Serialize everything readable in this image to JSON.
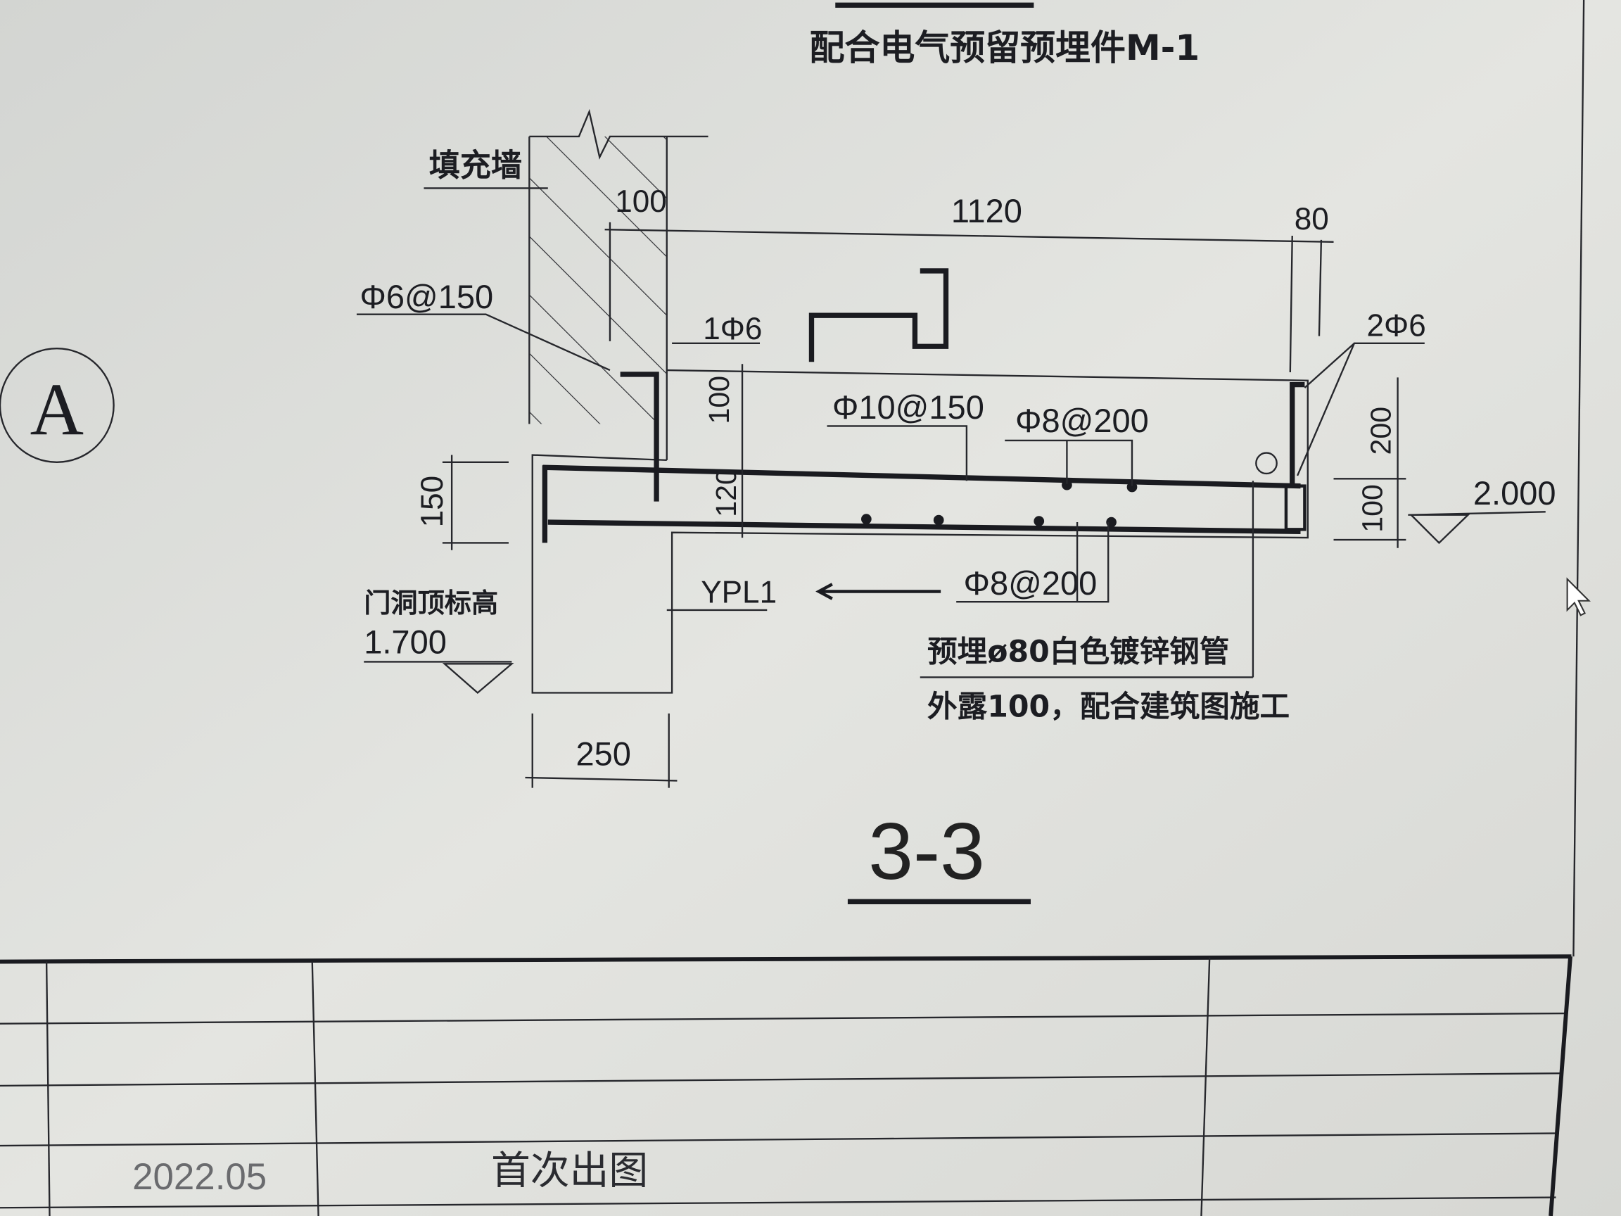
{
  "drawing": {
    "title": "配合电气预留预埋件M-1",
    "axis_label": "A",
    "wall_label": "填充墙",
    "dims": {
      "wall_thickness": "100",
      "slab_length": "1120",
      "edge": "80",
      "upturn_height": "100",
      "slab_thickness": "120",
      "left_drop": "150",
      "right_upturn": "200",
      "right_bottom": "100",
      "beam_width": "250"
    },
    "rebar": {
      "stirrup": "Φ6@150",
      "top_bar": "1Φ6",
      "main_bar": "Φ10@150",
      "dist_bar_top": "Φ8@200",
      "edge_bars": "2Φ6",
      "dist_bar_bottom": "Φ8@200"
    },
    "elevation_right": "2.000",
    "door_top_label": "门洞顶标高",
    "door_top_elev": "1.700",
    "beam_label": "YPL1",
    "pipe_note_1": "预埋ø80白色镀锌钢管",
    "pipe_note_2": "外露100，配合建筑图施工",
    "section_label": "3-3"
  },
  "title_block": {
    "date": "2022.05",
    "revision_note": "首次出图"
  },
  "colors": {
    "background": "#dcddd9",
    "ink": "#1c1d22"
  }
}
